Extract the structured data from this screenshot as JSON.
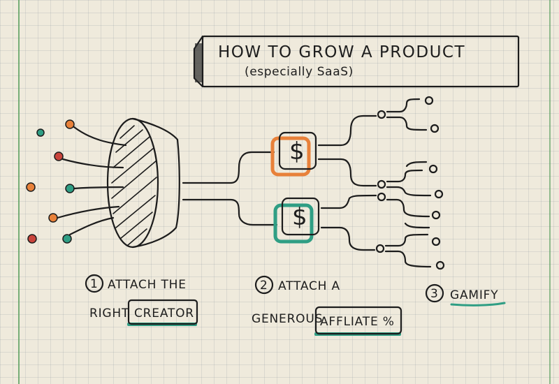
{
  "title": {
    "main": "HOW TO GROW A PRODUCT",
    "sub": "(especially SaaS)"
  },
  "nodes": {
    "dollar_sign": "$"
  },
  "steps": [
    {
      "number": "1",
      "line1": "ATTACH THE",
      "line2_prefix": "RIGHT",
      "highlight": "CREATOR"
    },
    {
      "number": "2",
      "line1": "ATTACH A",
      "line2_prefix": "GENEROUS",
      "highlight": "AFFLIATE %"
    },
    {
      "number": "3",
      "highlight": "GAMIFY"
    }
  ],
  "colors": {
    "ink": "#1c1c1c",
    "orange": "#e8813a",
    "teal": "#2f9e84",
    "red": "#c9443c",
    "green_line": "#4f9a55"
  }
}
